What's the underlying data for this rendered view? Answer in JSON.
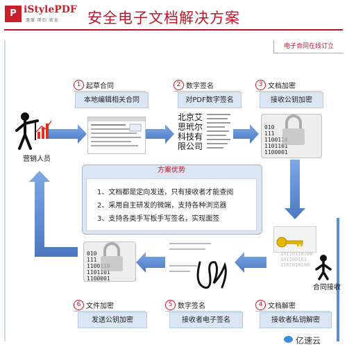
{
  "header": {
    "logo_mark": "P",
    "logo_text": "iStylePDF",
    "logo_slogan": "速度 简约 安全",
    "title": "安全电子文档解决方案",
    "subtitle": "电子合同在线订立"
  },
  "steps": [
    {
      "num": "1",
      "title": "起草合同",
      "box": "本地编辑相关合同"
    },
    {
      "num": "2",
      "title": "数字签名",
      "box": "对PDF数字签名"
    },
    {
      "num": "3",
      "title": "文档加密",
      "box": "接收公钥加密"
    },
    {
      "num": "4",
      "title": "文档解密",
      "box": "接收者私钥解密"
    },
    {
      "num": "5",
      "title": "数字签名",
      "box": "接收者电子签名"
    },
    {
      "num": "6",
      "title": "文件加密",
      "box": "发送公钥加密"
    }
  ],
  "actors": {
    "sales": "营销人员",
    "receiver": "合同接收"
  },
  "seal_text": "北京艾思玳尔科技有限公司",
  "binary_text": "010\n111\n1100110\n1101101\n1100001",
  "advantages": {
    "title": "方案优势",
    "items": [
      "1、文档都是定向发送，只有接收者才能查阅",
      "2、采用自主研发的微端，支持各种浏览器",
      "3、支持各类手写板手写签名，实现面签"
    ]
  },
  "watermark": "亿速云",
  "colors": {
    "brand_red": "#c0142a",
    "arrow_blue": "#5b8bd0",
    "box_fill": "#dbe6f4"
  }
}
